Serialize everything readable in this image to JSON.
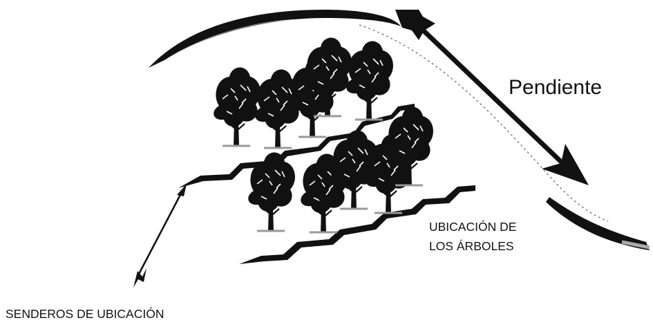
{
  "labels": {
    "slope": "Pendiente",
    "tree_location_line1": "UBICACIÓN DE",
    "tree_location_line2": "LOS ÁRBOLES",
    "location_paths": "SENDEROS DE UBICACIÓN"
  },
  "colors": {
    "ink": "#111111",
    "tree_shadow": "#999999",
    "background": "#ffffff"
  },
  "icons": [
    "arrow-icon",
    "tree-icon"
  ]
}
